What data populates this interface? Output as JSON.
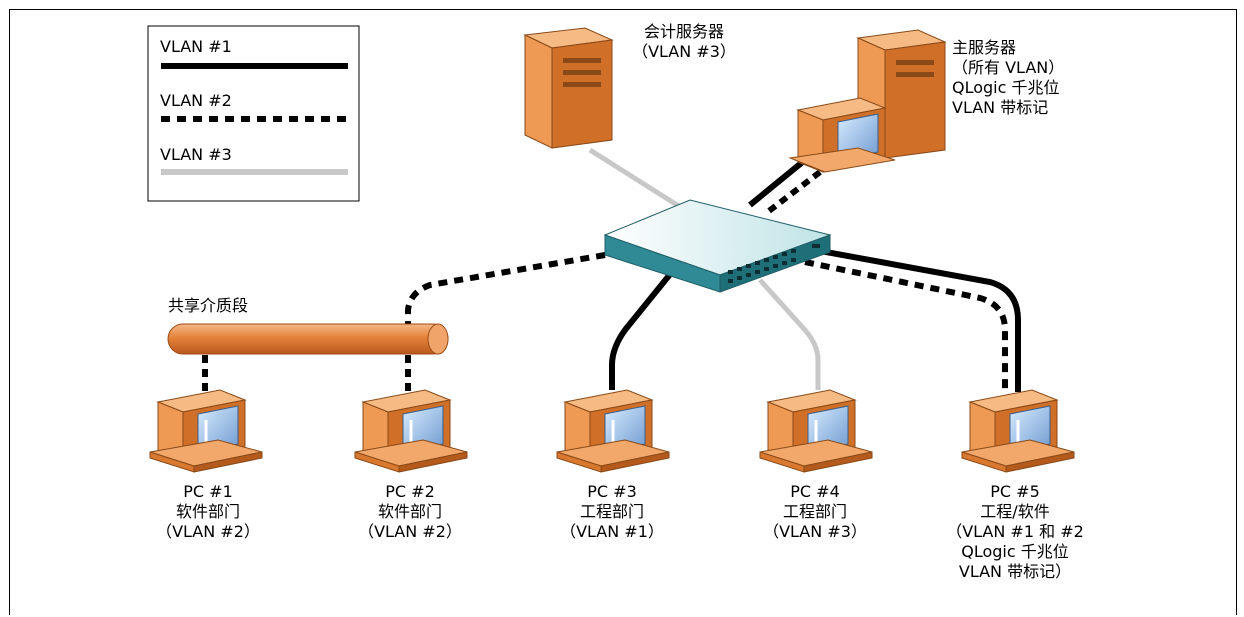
{
  "legend": [
    {
      "label": "VLAN #1",
      "style": "solid",
      "color": "#000000"
    },
    {
      "label": "VLAN #2",
      "style": "dotted",
      "color": "#000000"
    },
    {
      "label": "VLAN #3",
      "style": "solid",
      "color": "#c8c8c8"
    }
  ],
  "servers": {
    "accounting": {
      "line1": "会计服务器",
      "line2": "（VLAN #3）"
    },
    "main": {
      "line1": "主服务器",
      "line2": "（所有 VLAN）",
      "line3": "QLogic 千兆位",
      "line4": "VLAN 带标记"
    }
  },
  "shared_segment": {
    "label": "共享介质段"
  },
  "pcs": [
    {
      "name": "PC #1",
      "dept": "软件部门",
      "vlan": "（VLAN #2）"
    },
    {
      "name": "PC #2",
      "dept": "软件部门",
      "vlan": "（VLAN #2）"
    },
    {
      "name": "PC #3",
      "dept": "工程部门",
      "vlan": "（VLAN #1）"
    },
    {
      "name": "PC #4",
      "dept": "工程部门",
      "vlan": "（VLAN #3）"
    },
    {
      "name": "PC #5",
      "dept": "工程/软件",
      "vlan": "（VLAN #1 和 #2",
      "extra1": "QLogic 千兆位",
      "extra2": "VLAN 带标记）"
    }
  ],
  "colors": {
    "vlan1": "#000000",
    "vlan2": "#000000",
    "vlan3": "#c8c8c8",
    "pc_orange": "#e8873a",
    "switch_teal": "#2f8a95"
  }
}
